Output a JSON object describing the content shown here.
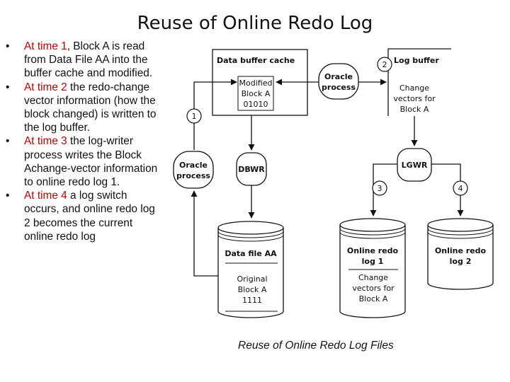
{
  "title": "Reuse of  Online Redo Log",
  "bullets": [
    {
      "time": "At time 1",
      "text": ", Block A is read from Data File AA into the buffer cache and modified."
    },
    {
      "time": "At time 2",
      "text": " the redo-change vector information (how the block changed) is written to the log buffer."
    },
    {
      "time": "At time 3",
      "text": " the log-writer process writes the Block Achange-vector information to online redo log 1."
    },
    {
      "time": " At time 4",
      "text": " a log switch occurs, and online redo log 2 becomes the current online redo log"
    }
  ],
  "bullet_char": "•",
  "diagram": {
    "data_buffer_cache": "Data buffer cache",
    "modified_block": [
      "Modified",
      "Block A",
      "01010"
    ],
    "oracle_process_top": [
      "Oracle",
      "process"
    ],
    "log_buffer": "Log buffer",
    "change_vectors_buffer": [
      "Change",
      "vectors for",
      "Block A"
    ],
    "oracle_process_left": [
      "Oracle",
      "process"
    ],
    "dbwr": "DBWR",
    "lgwr": "LGWR",
    "data_file": "Data file AA",
    "original_block": [
      "Original",
      "Block A",
      "1111"
    ],
    "redo_log_1": [
      "Online redo",
      "log 1"
    ],
    "redo_log_1_content": [
      "Change",
      "vectors for",
      "Block A"
    ],
    "redo_log_2": [
      "Online redo",
      "log 2"
    ],
    "step_numbers": [
      "1",
      "2",
      "3",
      "4"
    ]
  },
  "caption": "Reuse of Online Redo Log Files"
}
